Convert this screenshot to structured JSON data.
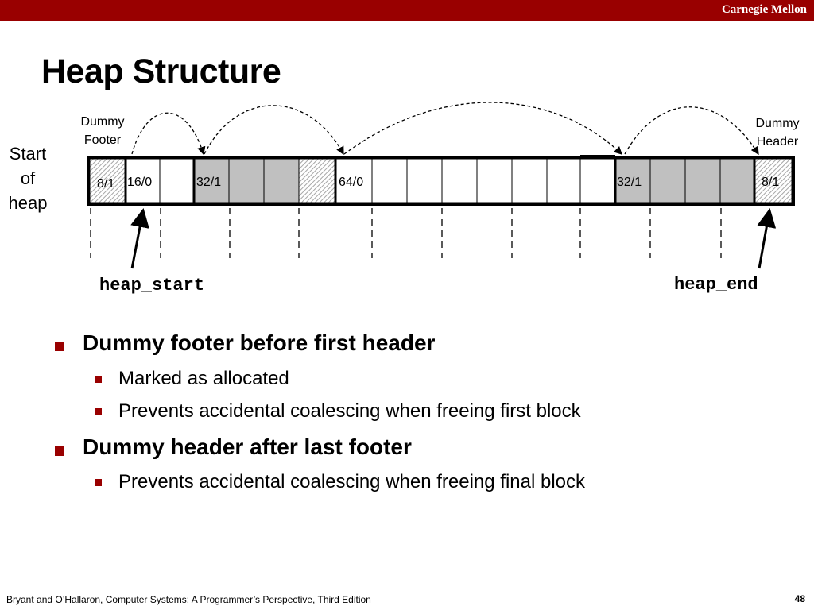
{
  "header": {
    "brand": "Carnegie Mellon"
  },
  "title": "Heap Structure",
  "labels": {
    "dummy_footer": [
      "Dummy",
      "Footer"
    ],
    "dummy_header": [
      "Dummy",
      "Header"
    ],
    "start_of_heap": [
      "Start",
      "of",
      "heap"
    ],
    "heap_start": "heap_start",
    "heap_end": "heap_end"
  },
  "cells": {
    "dummy_footer_tag": "8/1",
    "free_header_tag": "16/0",
    "alloc_header_tag": "32/1",
    "free_64_tag": "64/0",
    "alloc2_header_tag": "32/1",
    "dummy_header_tag": "8/1"
  },
  "colors": {
    "brand": "#990000",
    "allocated_fill": "#c0c0c0",
    "dummy_hatch": "#a6a6a6"
  },
  "bullets": [
    {
      "text": "Dummy footer before first header",
      "sub": [
        "Marked as allocated",
        "Prevents accidental coalescing when freeing first block"
      ]
    },
    {
      "text": "Dummy header after last footer",
      "sub": [
        "Prevents accidental coalescing when freeing final block"
      ]
    }
  ],
  "footer": {
    "citation": "Bryant and O’Hallaron, Computer Systems: A Programmer’s Perspective, Third Edition",
    "page_number": "48"
  }
}
